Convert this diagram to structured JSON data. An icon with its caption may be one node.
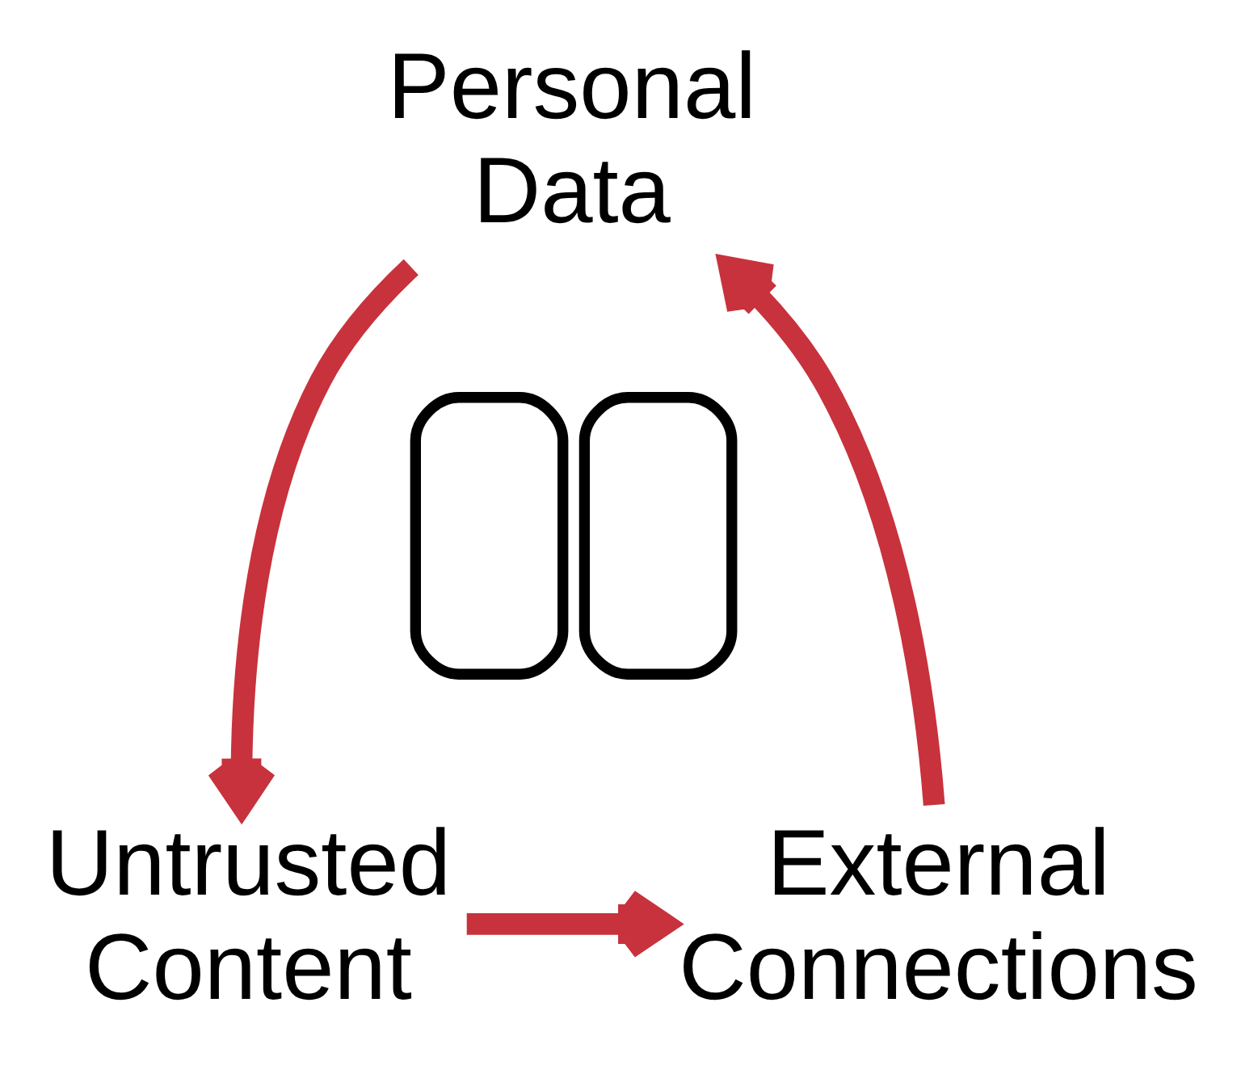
{
  "diagram": {
    "nodes": [
      {
        "text": [
          "Personal Data"
        ]
      },
      {
        "text": [
          "Untrusted Content"
        ]
      },
      {
        "text": [
          "External Connections"
        ]
      },
      {
        "text": [],
        "shape": "picture"
      }
    ],
    "edges": [
      {
        "from": 0,
        "to": 1,
        "arrow": "to"
      },
      {
        "from": 1,
        "to": 2,
        "arrow": "to"
      },
      {
        "from": 2,
        "to": 0,
        "arrow": "to"
      }
    ]
  }
}
